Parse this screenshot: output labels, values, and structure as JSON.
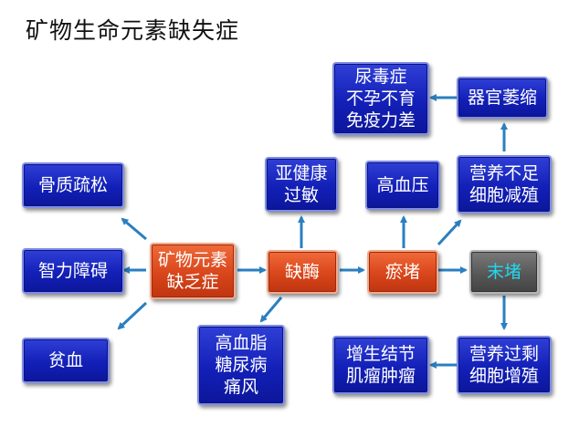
{
  "title": "矿物生命元素缺失症",
  "nodes": {
    "center": "矿物元素\n缺乏症",
    "deficient_enzyme": "缺酶",
    "stasis": "瘀堵",
    "end_blockage": "末堵",
    "bone": "骨质疏松",
    "intelligence": "智力障碍",
    "anemia": "贫血",
    "subhealth": "亚健康\n过敏",
    "hyperlipid": "高血脂\n糖尿病\n痛风",
    "hypertension": "高血压",
    "nutrition_lack": "营养不足\n细胞减殖",
    "organ_atrophy": "器官萎缩",
    "uremia": "尿毒症\n不孕不育\n免疫力差",
    "nutrition_excess": "营养过剩\n细胞增殖",
    "tumor": "增生结节\n肌瘤肿瘤"
  },
  "colors": {
    "blue_box": "#1320b8",
    "red_box": "#d9461b",
    "gray_box": "#555555",
    "arrow": "#2a7fc0",
    "gray_text": "#21d8f0"
  }
}
